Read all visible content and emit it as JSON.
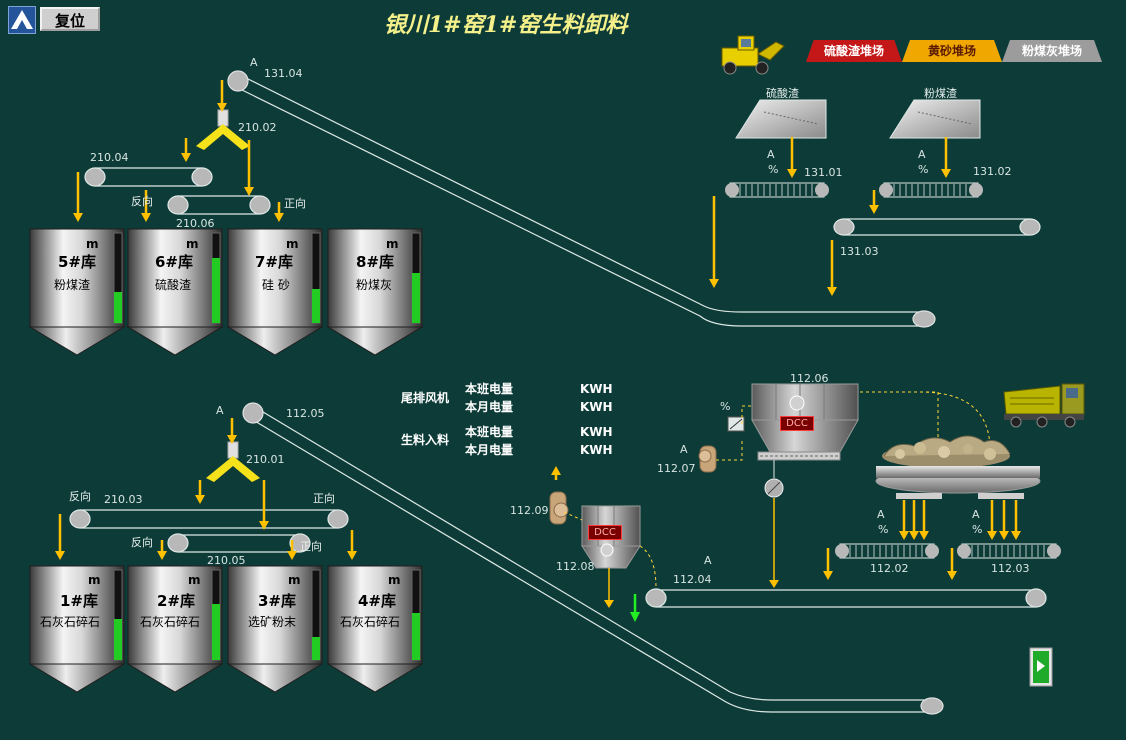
{
  "title": "银川1#窑1#窑生料卸料",
  "reset_label": "复位",
  "colors": {
    "background": "#0d3c38",
    "title": "#f4f08a",
    "arrow": "#ffc000",
    "level": "#22cc22",
    "arrow_active": "#22ee22"
  },
  "yard_tabs": [
    "硫酸渣堆场",
    "黄砂堆场",
    "粉煤灰堆场"
  ],
  "hoppers": [
    {
      "name": "硫酸渣",
      "mode": "A",
      "pct": "%",
      "belt": "131.01"
    },
    {
      "name": "粉煤渣",
      "mode": "A",
      "pct": "%",
      "belt": "131.02"
    }
  ],
  "upper": {
    "a_label": "A",
    "main_belt": "131.04",
    "belt_131_03": "131.03",
    "splitter": "210.02",
    "belt_left": "210.04",
    "belt_mid": "210.06",
    "reverse": "反向",
    "forward": "正向",
    "silos": [
      {
        "num": "5#库",
        "material": "粉煤渣",
        "unit": "m",
        "level": 0.35
      },
      {
        "num": "6#库",
        "material": "硫酸渣",
        "unit": "m",
        "level": 0.72
      },
      {
        "num": "7#库",
        "material": "硅  砂",
        "unit": "m",
        "level": 0.38
      },
      {
        "num": "8#库",
        "material": "粉煤灰",
        "unit": "m",
        "level": 0.55
      }
    ]
  },
  "lower": {
    "a_label": "A",
    "main_belt": "112.05",
    "splitter": "210.01",
    "belt_left": "210.03",
    "belt_mid": "210.05",
    "reverse": "反向",
    "forward": "正向",
    "silos": [
      {
        "num": "1#库",
        "material": "石灰石碎石",
        "unit": "m",
        "level": 0.45
      },
      {
        "num": "2#库",
        "material": "石灰石碎石",
        "unit": "m",
        "level": 0.62
      },
      {
        "num": "3#库",
        "material": "选矿粉末",
        "unit": "m",
        "level": 0.26
      },
      {
        "num": "4#库",
        "material": "石灰石碎石",
        "unit": "m",
        "level": 0.52
      }
    ]
  },
  "energy": {
    "exhaust_fan": "尾排风机",
    "raw_feed": "生料入料",
    "shift": "本班电量",
    "month": "本月电量",
    "unit": "KWH"
  },
  "equipment": {
    "dust_collector_large": "112.06",
    "dcc": "DCC",
    "fan_112_07": "112.07",
    "fan_112_09": "112.09",
    "dust_collector_small": "112.08",
    "belt_112_04": "112.04",
    "feeder_left": "112.02",
    "feeder_right": "112.03",
    "a_label": "A",
    "pct": "%"
  }
}
